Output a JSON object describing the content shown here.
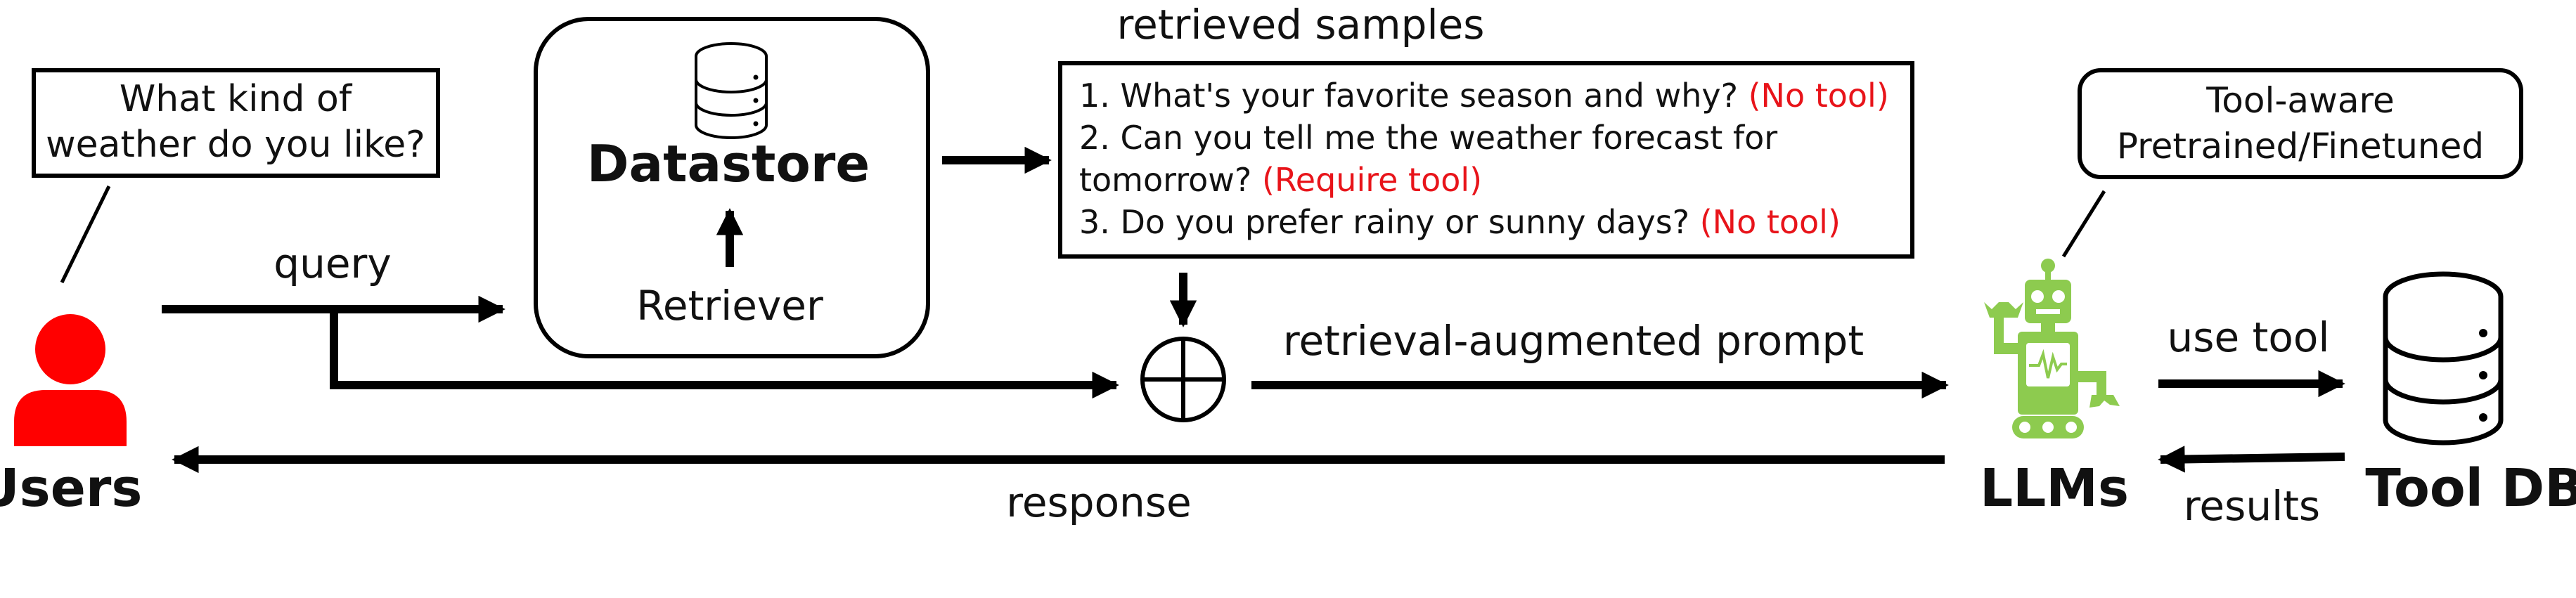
{
  "user_bubble": {
    "line1": "What kind of",
    "line2": "weather do you like?"
  },
  "llm_bubble": {
    "line1": "Tool-aware",
    "line2": "Pretrained/Finetuned"
  },
  "datastore": {
    "title": "Datastore",
    "retriever": "Retriever"
  },
  "samples": {
    "title": "retrieved samples",
    "line1_text": "1. What's your favorite season and why?",
    "line1_tag": "(No tool)",
    "line2_text": "2. Can you tell me the weather forecast for",
    "line3_text": "tomorrow?",
    "line3_tag": "(Require tool)",
    "line4_text": "3. Do you prefer rainy or sunny days?",
    "line4_tag": "(No tool)"
  },
  "arrows": {
    "query": "query",
    "augmented": "retrieval-augmented prompt",
    "use_tool": "use tool",
    "results": "results",
    "response": "response"
  },
  "nodes": {
    "users": "Users",
    "llms": "LLMs",
    "tooldb": "Tool DB"
  },
  "colors": {
    "user_red": "#ff0000",
    "robot_green": "#8dcb4f",
    "tag_red": "#e8141a"
  }
}
